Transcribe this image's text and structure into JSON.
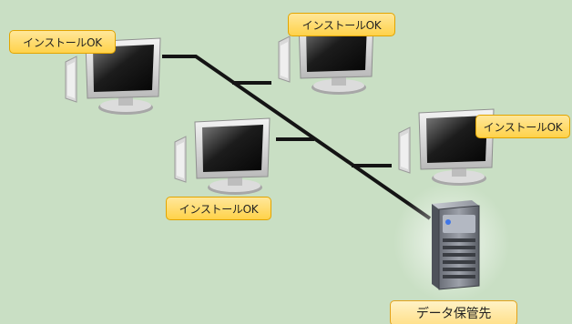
{
  "labels": {
    "pc1": "インストールOK",
    "pc2": "インストールOK",
    "pc3": "インストールOK",
    "pc4": "インストールOK",
    "server": "データ保管先"
  },
  "colors": {
    "background": "#c9dfc4",
    "line": "#141414",
    "label_fill": "#ffd24a",
    "label_border": "#e2a400"
  },
  "icons": [
    "desktop-pc-icon",
    "server-icon"
  ]
}
